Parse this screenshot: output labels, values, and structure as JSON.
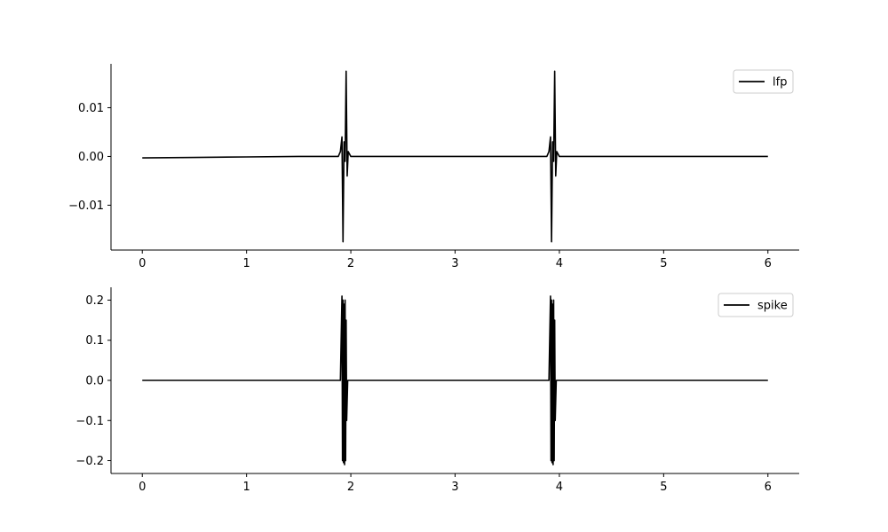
{
  "chart_data": [
    {
      "type": "line",
      "series": [
        {
          "name": "lfp",
          "color": "#000000",
          "x": [
            0,
            0.5,
            1.0,
            1.5,
            1.8,
            1.88,
            1.9,
            1.915,
            1.925,
            1.935,
            1.945,
            1.955,
            1.965,
            1.975,
            2.0,
            2.5,
            3.0,
            3.5,
            3.8,
            3.88,
            3.9,
            3.915,
            3.925,
            3.935,
            3.945,
            3.955,
            3.965,
            3.975,
            4.0,
            4.5,
            5.0,
            5.5,
            6.0
          ],
          "y": [
            -0.0003,
            -0.0002,
            -0.0001,
            0.0,
            0.0,
            0.0,
            0.001,
            0.004,
            -0.0175,
            0.003,
            -0.001,
            0.0175,
            -0.004,
            0.001,
            0.0,
            0.0,
            0.0,
            0.0,
            0.0,
            0.0,
            0.001,
            0.004,
            -0.0175,
            0.003,
            -0.001,
            0.0175,
            -0.004,
            0.001,
            0.0,
            0.0,
            0.0,
            0.0,
            0.0
          ]
        }
      ],
      "xlim": [
        -0.3,
        6.3
      ],
      "ylim": [
        -0.0192,
        0.019
      ],
      "xticks": [
        0,
        1,
        2,
        3,
        4,
        5,
        6
      ],
      "xtick_labels": [
        "0",
        "1",
        "2",
        "3",
        "4",
        "5",
        "6"
      ],
      "yticks": [
        -0.01,
        0.0,
        0.01
      ],
      "ytick_labels": [
        "−0.01",
        "0.00",
        "0.01"
      ],
      "grid": false,
      "legend_position": "top-right"
    },
    {
      "type": "line",
      "series": [
        {
          "name": "spike",
          "color": "#000000",
          "x": [
            0,
            1.0,
            1.9,
            1.915,
            1.92,
            1.925,
            1.93,
            1.935,
            1.94,
            1.945,
            1.95,
            1.955,
            1.96,
            1.97,
            2.0,
            3.0,
            3.9,
            3.915,
            3.92,
            3.925,
            3.93,
            3.935,
            3.94,
            3.945,
            3.95,
            3.955,
            3.96,
            3.97,
            4.0,
            5.0,
            6.0
          ],
          "y": [
            0.0,
            0.0,
            0.0,
            0.21,
            -0.2,
            0.2,
            -0.205,
            0.19,
            -0.21,
            0.2,
            -0.2,
            0.15,
            -0.1,
            0.0,
            0.0,
            0.0,
            0.0,
            0.21,
            -0.2,
            0.2,
            -0.205,
            0.19,
            -0.21,
            0.2,
            -0.2,
            0.15,
            -0.1,
            0.0,
            0.0,
            0.0,
            0.0
          ]
        }
      ],
      "xlim": [
        -0.3,
        6.3
      ],
      "ylim": [
        -0.232,
        0.232
      ],
      "xticks": [
        0,
        1,
        2,
        3,
        4,
        5,
        6
      ],
      "xtick_labels": [
        "0",
        "1",
        "2",
        "3",
        "4",
        "5",
        "6"
      ],
      "yticks": [
        -0.2,
        -0.1,
        0.0,
        0.1,
        0.2
      ],
      "ytick_labels": [
        "−0.2",
        "−0.1",
        "0.0",
        "0.1",
        "0.2"
      ],
      "grid": false,
      "legend_position": "top-right"
    }
  ]
}
